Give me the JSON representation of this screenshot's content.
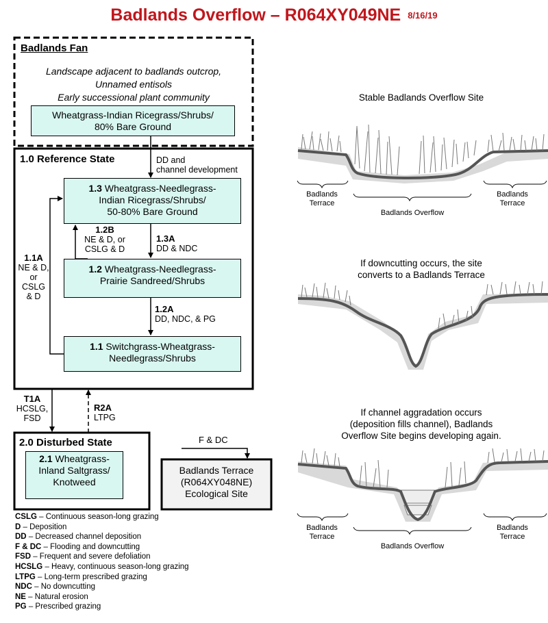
{
  "title": "Badlands Overflow – R064XY049NE",
  "date": "8/16/19",
  "colors": {
    "title": "#c0161c",
    "teal_box": "#d9f7f1"
  },
  "fan": {
    "heading": "Badlands Fan",
    "desc": [
      "Landscape adjacent to badlands outcrop,",
      "Unnamed entisols",
      "Early successional plant community"
    ],
    "community": [
      "Wheatgrass-Indian Ricegrass/Shrubs/",
      "80% Bare Ground"
    ]
  },
  "reference": {
    "heading": "1.0 Reference State",
    "entry_label": [
      "DD and",
      "channel development"
    ],
    "c13": {
      "num": "1.3",
      "text": [
        "Wheatgrass-Needlegrass-",
        "Indian Ricegrass/Shrubs/",
        "50-80% Bare Ground"
      ]
    },
    "c12": {
      "num": "1.2",
      "text": [
        "Wheatgrass-Needlegrass-",
        "Prairie Sandreed/Shrubs"
      ]
    },
    "c11": {
      "num": "1.1",
      "text": [
        "Switchgrass-Wheatgrass-",
        "Needlegrass/Shrubs"
      ]
    },
    "t12b": {
      "code": "1.2B",
      "lines": [
        "NE & D, or",
        "CSLG & D"
      ]
    },
    "t13a": {
      "code": "1.3A",
      "lines": [
        "DD & NDC"
      ]
    },
    "t12a": {
      "code": "1.2A",
      "lines": [
        "DD, NDC, & PG"
      ]
    },
    "t11a": {
      "code": "1.1A",
      "lines": [
        "NE & D,",
        "or",
        "CSLG",
        "& D"
      ]
    }
  },
  "transitions": {
    "t1a": {
      "code": "T1A",
      "lines": [
        "HCSLG,",
        "FSD"
      ]
    },
    "r2a": {
      "code": "R2A",
      "lines": [
        "LTPG"
      ]
    }
  },
  "disturbed": {
    "heading": "2.0 Disturbed State",
    "c21": {
      "num": "2.1",
      "text": [
        "Wheatgrass-",
        "Inland Saltgrass/",
        "Knotweed"
      ]
    }
  },
  "terrace_site": {
    "arrow_label": "F & DC",
    "text": [
      "Badlands Terrace",
      "(R064XY048NE)",
      "Ecological Site"
    ]
  },
  "legend": [
    {
      "abbr": "CSLG",
      "def": "Continuous season-long grazing"
    },
    {
      "abbr": "D",
      "def": "Deposition"
    },
    {
      "abbr": "DD",
      "def": "Decreased channel deposition"
    },
    {
      "abbr": "F & DC",
      "def": "Flooding and downcutting"
    },
    {
      "abbr": "FSD",
      "def": "Frequent and severe defoliation"
    },
    {
      "abbr": "HCSLG",
      "def": "Heavy, continuous season-long grazing"
    },
    {
      "abbr": "LTPG",
      "def": "Long-term prescribed grazing"
    },
    {
      "abbr": "NDC",
      "def": "No downcutting"
    },
    {
      "abbr": "NE",
      "def": "Natural erosion"
    },
    {
      "abbr": "PG",
      "def": "Prescribed grazing"
    }
  ],
  "panels": {
    "p1_caption": [
      "Stable Badlands Overflow Site"
    ],
    "p2_caption": [
      "If downcutting occurs, the site",
      "converts to a Badlands Terrace"
    ],
    "p3_caption": [
      "If channel aggradation occurs",
      "(deposition fills channel), Badlands",
      "Overflow Site begins developing again."
    ],
    "terrace_label": [
      "Badlands",
      "Terrace"
    ],
    "overflow_label": "Badlands Overflow"
  }
}
